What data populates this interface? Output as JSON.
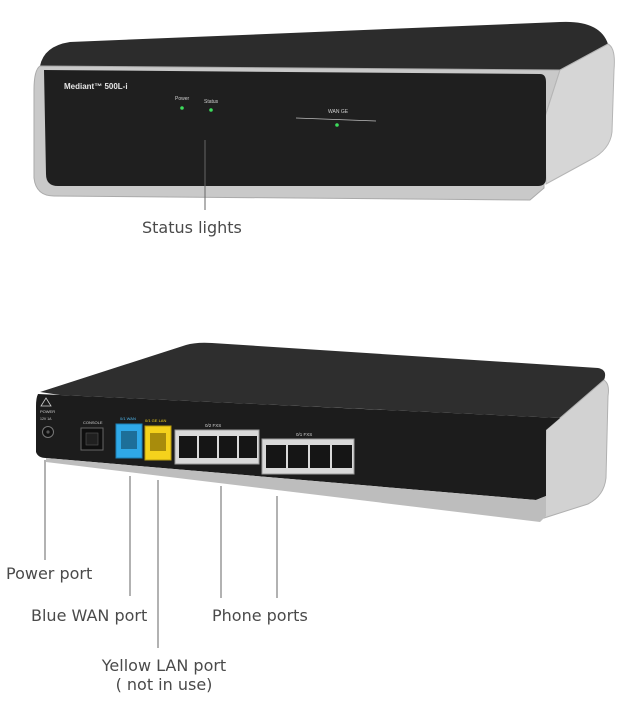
{
  "front_device": {
    "brand_label": "Mediant™ 500L-i",
    "led_labels": {
      "power": "Power",
      "status": "Status",
      "wan": "WAN GE"
    },
    "led_color": "#3ddc5c"
  },
  "back_device": {
    "power_label": "POWER",
    "power_spec": "12V 1A",
    "console_label": "CONSOLE",
    "wan_label": "0/1 WAN",
    "lan_label": "0/1 GE LAN",
    "fxs_group_a": "0/2 FXS",
    "fxs_group_b": "0/1 FXS",
    "wan_color": "#2fa9e8",
    "lan_color": "#f5d21c"
  },
  "callouts": {
    "status_lights": "Status lights",
    "power_port": "Power port",
    "blue_wan_port": "Blue WAN port",
    "phone_ports": "Phone ports",
    "yellow_lan_port_line1": "Yellow LAN port",
    "yellow_lan_port_line2": "( not in use)"
  }
}
